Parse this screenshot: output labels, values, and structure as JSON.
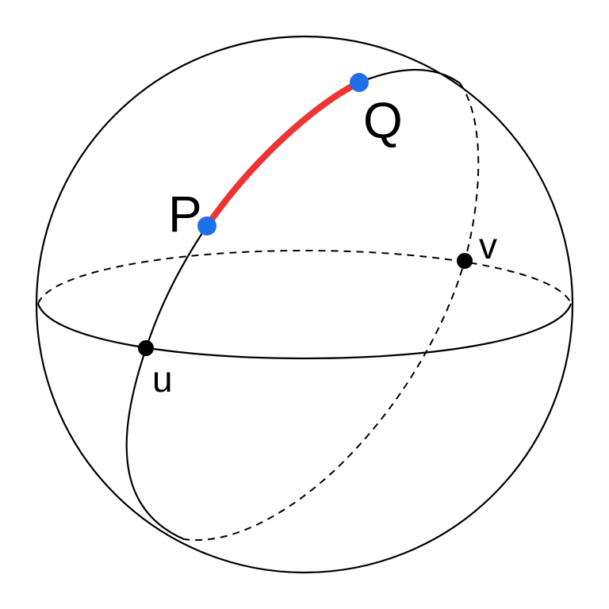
{
  "points": {
    "P": {
      "label": "P"
    },
    "Q": {
      "label": "Q"
    },
    "u": {
      "label": "u"
    },
    "v": {
      "label": "v"
    }
  },
  "colors": {
    "arc": "#ee3333",
    "endpoint": "#1f6fe8",
    "line": "#000000",
    "intersection": "#000000"
  }
}
